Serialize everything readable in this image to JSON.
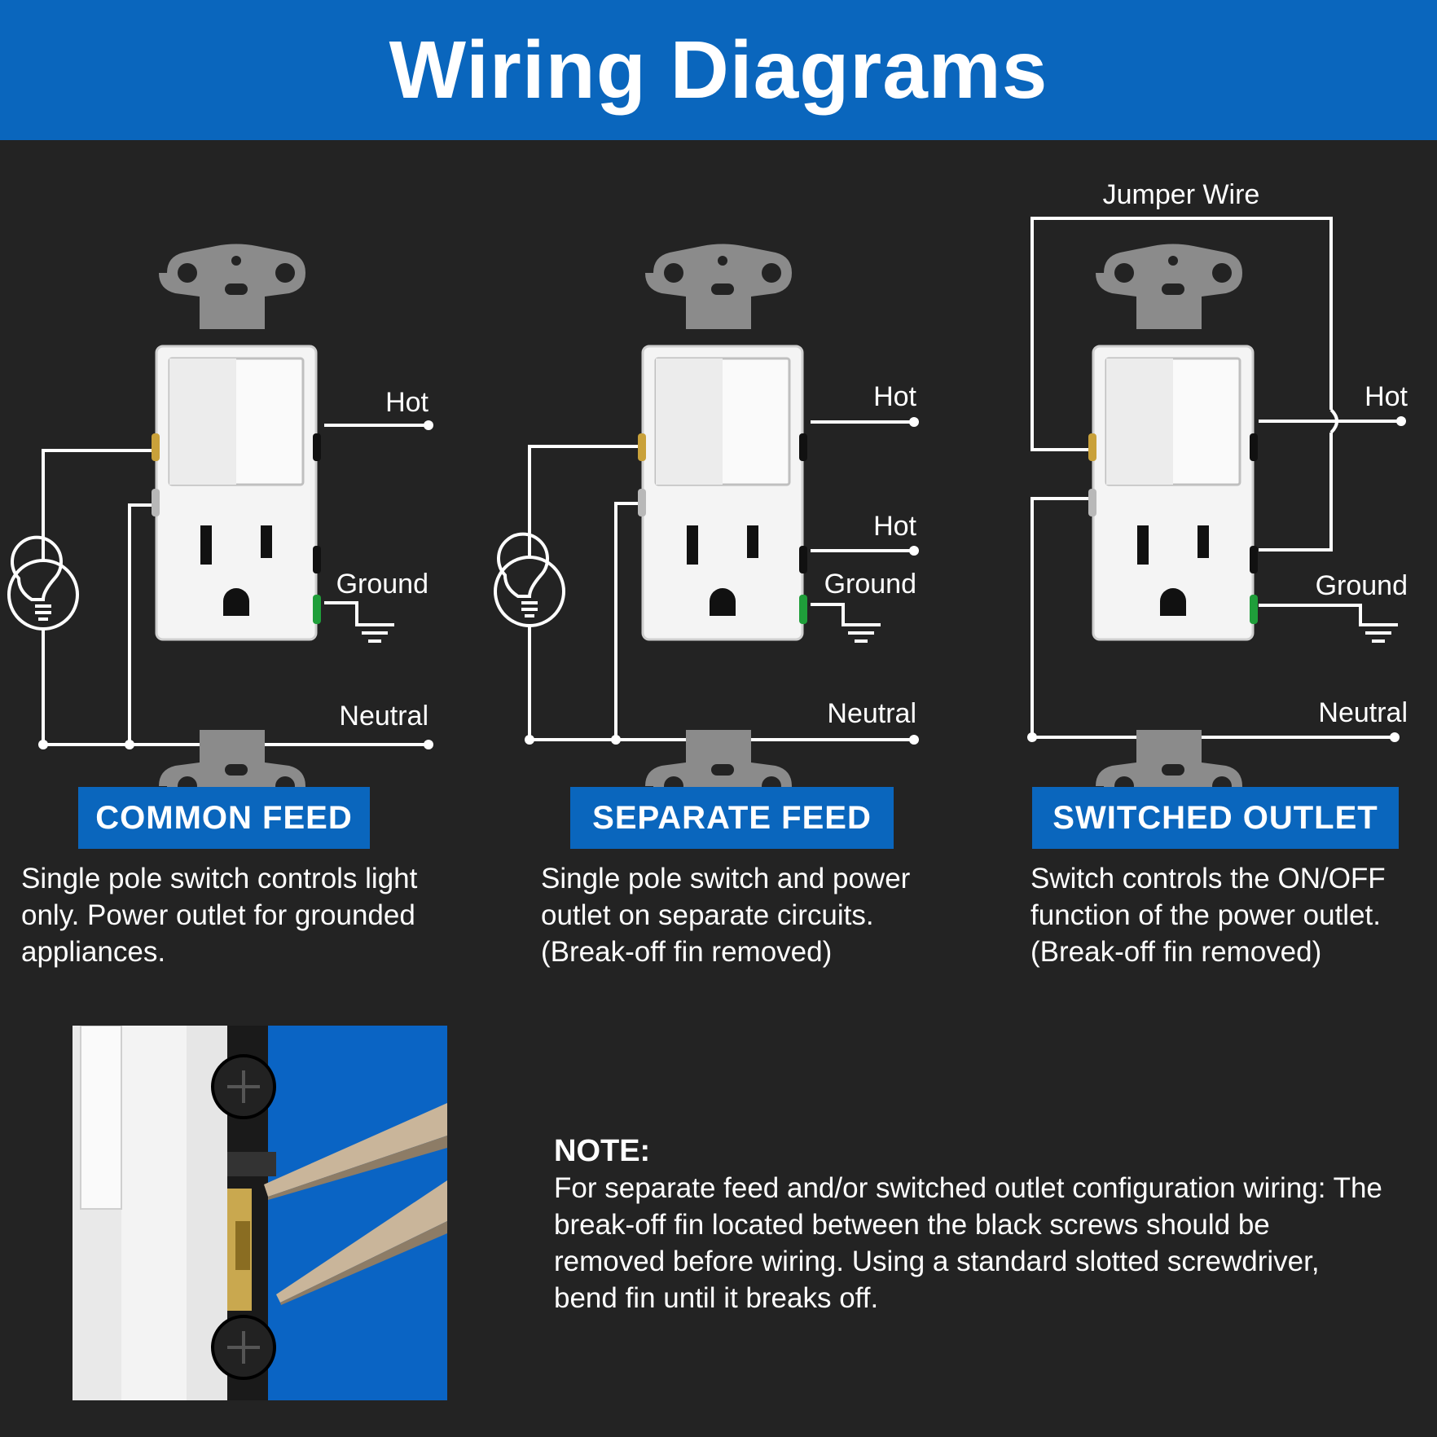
{
  "header": {
    "title": "Wiring Diagrams"
  },
  "labels": {
    "hot": "Hot",
    "ground": "Ground",
    "neutral": "Neutral",
    "jumper_wire": "Jumper Wire"
  },
  "panels": [
    {
      "badge": "COMMON FEED",
      "description": "Single pole switch controls light only. Power outlet for grounded appliances."
    },
    {
      "badge": "SEPARATE FEED",
      "description": "Single pole switch and power outlet on separate circuits. (Break-off fin removed)"
    },
    {
      "badge": "SWITCHED OUTLET",
      "description": "Switch controls the ON/OFF function of the power outlet. (Break-off fin removed)"
    }
  ],
  "note": {
    "title": "NOTE:",
    "body": "For separate feed and/or switched outlet configuration wiring: The break-off fin located between the black screws should be removed before wiring. Using a standard slotted screwdriver, bend fin until it breaks off."
  },
  "icons": [
    "light-bulb-icon",
    "ground-symbol-icon",
    "combo-switch-outlet-device",
    "pliers-photo"
  ],
  "colors": {
    "brand_blue": "#0a66bd",
    "background": "#232323",
    "wire": "#ffffff"
  }
}
